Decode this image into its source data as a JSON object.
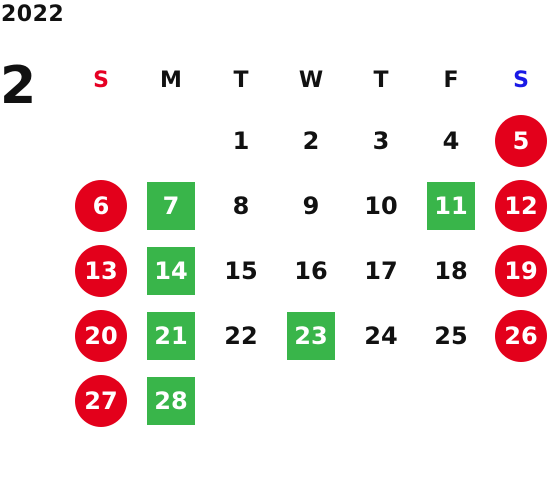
{
  "calendar": {
    "year": "2022",
    "month": "2",
    "weekdays": [
      {
        "label": "S",
        "kind": "sun"
      },
      {
        "label": "M",
        "kind": ""
      },
      {
        "label": "T",
        "kind": ""
      },
      {
        "label": "W",
        "kind": ""
      },
      {
        "label": "T",
        "kind": ""
      },
      {
        "label": "F",
        "kind": ""
      },
      {
        "label": "S",
        "kind": "sat"
      }
    ],
    "weeks": [
      [
        {
          "d": ""
        },
        {
          "d": ""
        },
        {
          "d": "1"
        },
        {
          "d": "2"
        },
        {
          "d": "3"
        },
        {
          "d": "4"
        },
        {
          "d": "5",
          "mark": "holiday"
        }
      ],
      [
        {
          "d": "6",
          "mark": "holiday"
        },
        {
          "d": "7",
          "mark": "closed"
        },
        {
          "d": "8"
        },
        {
          "d": "9"
        },
        {
          "d": "10"
        },
        {
          "d": "11",
          "mark": "closed"
        },
        {
          "d": "12",
          "mark": "holiday"
        }
      ],
      [
        {
          "d": "13",
          "mark": "holiday"
        },
        {
          "d": "14",
          "mark": "closed"
        },
        {
          "d": "15"
        },
        {
          "d": "16"
        },
        {
          "d": "17"
        },
        {
          "d": "18"
        },
        {
          "d": "19",
          "mark": "holiday"
        }
      ],
      [
        {
          "d": "20",
          "mark": "holiday"
        },
        {
          "d": "21",
          "mark": "closed"
        },
        {
          "d": "22"
        },
        {
          "d": "23",
          "mark": "closed"
        },
        {
          "d": "24"
        },
        {
          "d": "25"
        },
        {
          "d": "26",
          "mark": "holiday"
        }
      ],
      [
        {
          "d": "27",
          "mark": "holiday"
        },
        {
          "d": "28",
          "mark": "closed"
        },
        {
          "d": ""
        },
        {
          "d": ""
        },
        {
          "d": ""
        },
        {
          "d": ""
        },
        {
          "d": ""
        }
      ]
    ],
    "colors": {
      "sunday_text": "#e60023",
      "saturday_text": "#1a1ae6",
      "holiday_circle": "#e3001b",
      "closed_square": "#39b54a",
      "day_text": "#111111"
    }
  }
}
